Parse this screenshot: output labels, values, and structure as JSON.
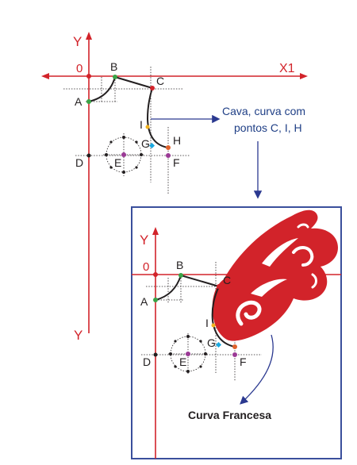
{
  "axes": {
    "y_label_top": "Y",
    "y_label_bottom": "Y",
    "x_label": "X1",
    "origin_label": "0"
  },
  "points": {
    "A": "A",
    "B": "B",
    "C": "C",
    "D": "D",
    "E": "E",
    "F": "F",
    "G": "G",
    "H": "H",
    "I": "I"
  },
  "callout": {
    "line1": "Cava, curva com",
    "line2": "pontos C, I, H"
  },
  "inset": {
    "y_label": "Y",
    "origin_label": "0",
    "caption": "Curva Francesa"
  },
  "colors": {
    "axis_red": "#d2232a",
    "callout_blue": "#2b3990",
    "frame_blue": "#3a4f9c",
    "point_green": "#3aa346",
    "point_red": "#d2232a",
    "point_yellow": "#f2b21e",
    "point_cyan": "#1aa8e0",
    "point_purple": "#9b3a96",
    "point_orange": "#e0622c",
    "french_curve": "#d2232a"
  }
}
